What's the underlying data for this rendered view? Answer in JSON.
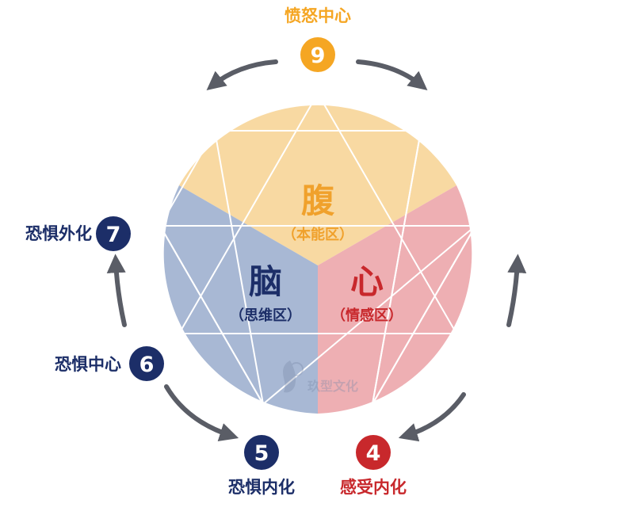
{
  "colors": {
    "gut": "#f8d9a2",
    "head": "#a8b8d4",
    "heart": "#eeafb3",
    "gut_text": "#f0a12c",
    "head_text": "#1c2e68",
    "heart_text": "#c8282c",
    "node_gut": "#f5a623",
    "node_head": "#1c2e68",
    "node_heart": "#c8282c",
    "arrow": "#5a5d66",
    "lines": "#ffffff"
  },
  "zones": {
    "gut": {
      "title": "腹",
      "subtitle": "（本能区）"
    },
    "head": {
      "title": "脑",
      "subtitle": "（思维区）"
    },
    "heart": {
      "title": "心",
      "subtitle": "（情感区）"
    }
  },
  "nodes": {
    "n9": {
      "number": "9",
      "label": "愤怒中心"
    },
    "n7": {
      "number": "7",
      "label": "恐惧外化"
    },
    "n6": {
      "number": "6",
      "label": "恐惧中心"
    },
    "n5": {
      "number": "5",
      "label": "恐惧内化"
    },
    "n4": {
      "number": "4",
      "label": "感受内化"
    }
  },
  "watermark": {
    "text": "玖型文化",
    "icon": "woman-profile-logo-icon"
  }
}
